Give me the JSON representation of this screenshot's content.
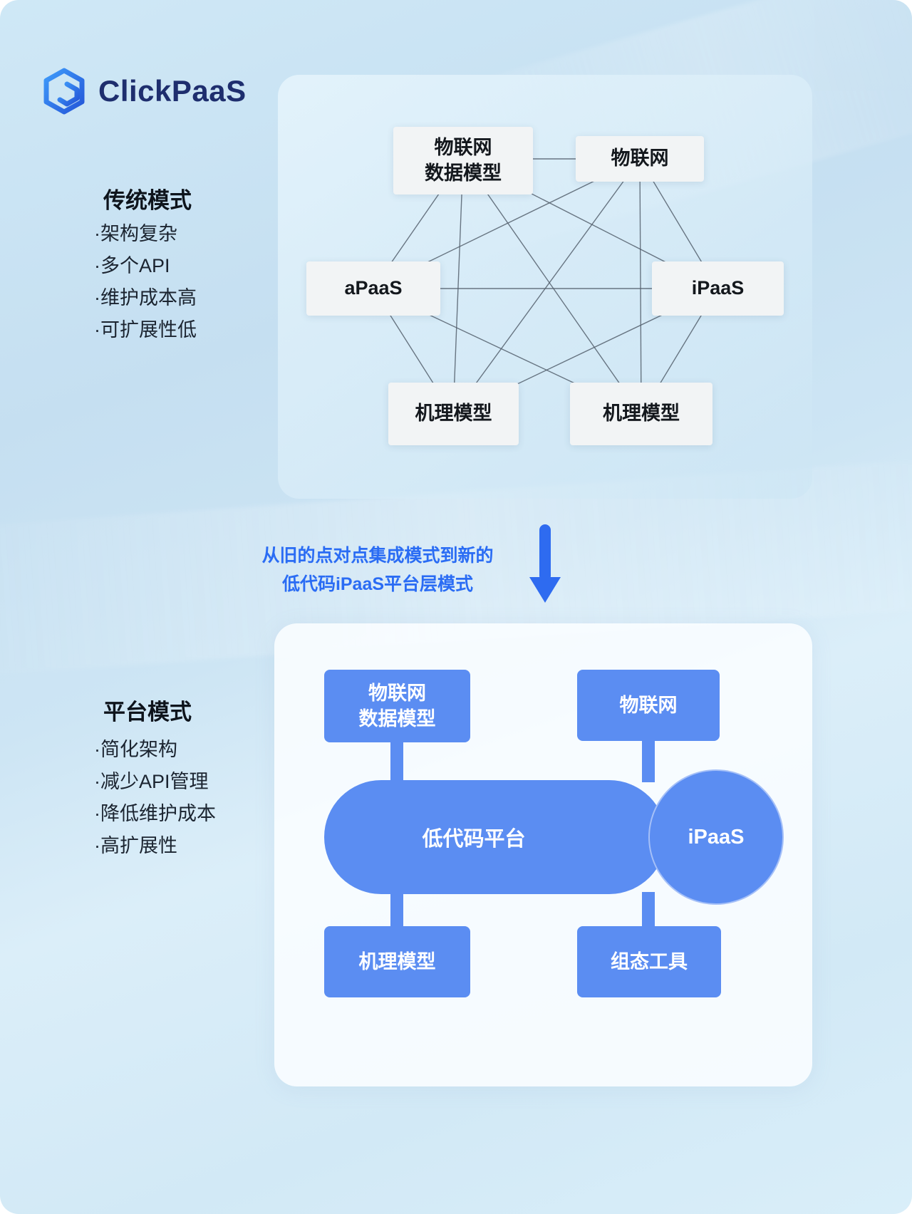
{
  "brand": {
    "name": "ClickPaaS"
  },
  "traditional": {
    "title": "传统模式",
    "bullets": [
      "·架构复杂",
      "·多个API",
      "·维护成本高",
      "·可扩展性低"
    ],
    "nodes": [
      {
        "id": "iot-data",
        "label": "物联网",
        "label2": "数据模型"
      },
      {
        "id": "iot",
        "label": "物联网"
      },
      {
        "id": "apaas",
        "label": "aPaaS"
      },
      {
        "id": "ipaas",
        "label": "iPaaS"
      },
      {
        "id": "mech-left",
        "label": "机理模型"
      },
      {
        "id": "mech-right",
        "label": "机理模型"
      }
    ],
    "edges": [
      [
        "iot-data",
        "iot"
      ],
      [
        "iot-data",
        "apaas"
      ],
      [
        "iot-data",
        "ipaas"
      ],
      [
        "iot-data",
        "mech-left"
      ],
      [
        "iot-data",
        "mech-right"
      ],
      [
        "iot",
        "apaas"
      ],
      [
        "iot",
        "ipaas"
      ],
      [
        "iot",
        "mech-left"
      ],
      [
        "iot",
        "mech-right"
      ],
      [
        "apaas",
        "ipaas"
      ],
      [
        "apaas",
        "mech-left"
      ],
      [
        "apaas",
        "mech-right"
      ],
      [
        "ipaas",
        "mech-left"
      ],
      [
        "ipaas",
        "mech-right"
      ]
    ]
  },
  "transition": {
    "line1": "从旧的点对点集成模式到新的",
    "line2": "低代码iPaaS平台层模式"
  },
  "platform": {
    "title": "平台模式",
    "bullets": [
      "·简化架构",
      "·减少API管理",
      "·降低维护成本",
      "·高扩展性"
    ],
    "boxes": {
      "iot_data": {
        "label": "物联网",
        "label2": "数据模型"
      },
      "iot": {
        "label": "物联网"
      },
      "pill": {
        "label": "低代码平台"
      },
      "ipaas": {
        "label": "iPaaS"
      },
      "mechanism": {
        "label": "机理模型"
      },
      "config_tool": {
        "label": "组态工具"
      }
    }
  },
  "colors": {
    "accent_blue": "#2e6bf0",
    "platform_blue": "#5b8df2",
    "connection_line": "#55616e",
    "brand_navy": "#1e2e6e"
  }
}
